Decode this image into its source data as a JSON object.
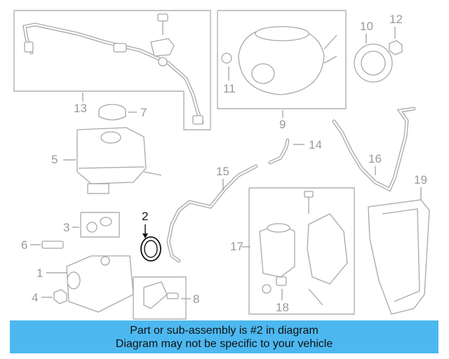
{
  "colors": {
    "banner_bg": "#4db8f0",
    "highlight": "#111111",
    "line_art": "#a8a8a8"
  },
  "callouts": {
    "c1": "1",
    "c2": "2",
    "c3": "3",
    "c4": "4",
    "c5": "5",
    "c6": "6",
    "c7": "7",
    "c8": "8",
    "c9": "9",
    "c10": "10",
    "c11": "11",
    "c12": "12",
    "c13": "13",
    "c14": "14",
    "c15": "15",
    "c16": "16",
    "c17": "17",
    "c18": "18",
    "c19": "19"
  },
  "highlighted_part": "2",
  "banner": {
    "line1": "Part or sub-assembly is #2 in diagram",
    "line2": "Diagram may not be specific to your vehicle"
  }
}
